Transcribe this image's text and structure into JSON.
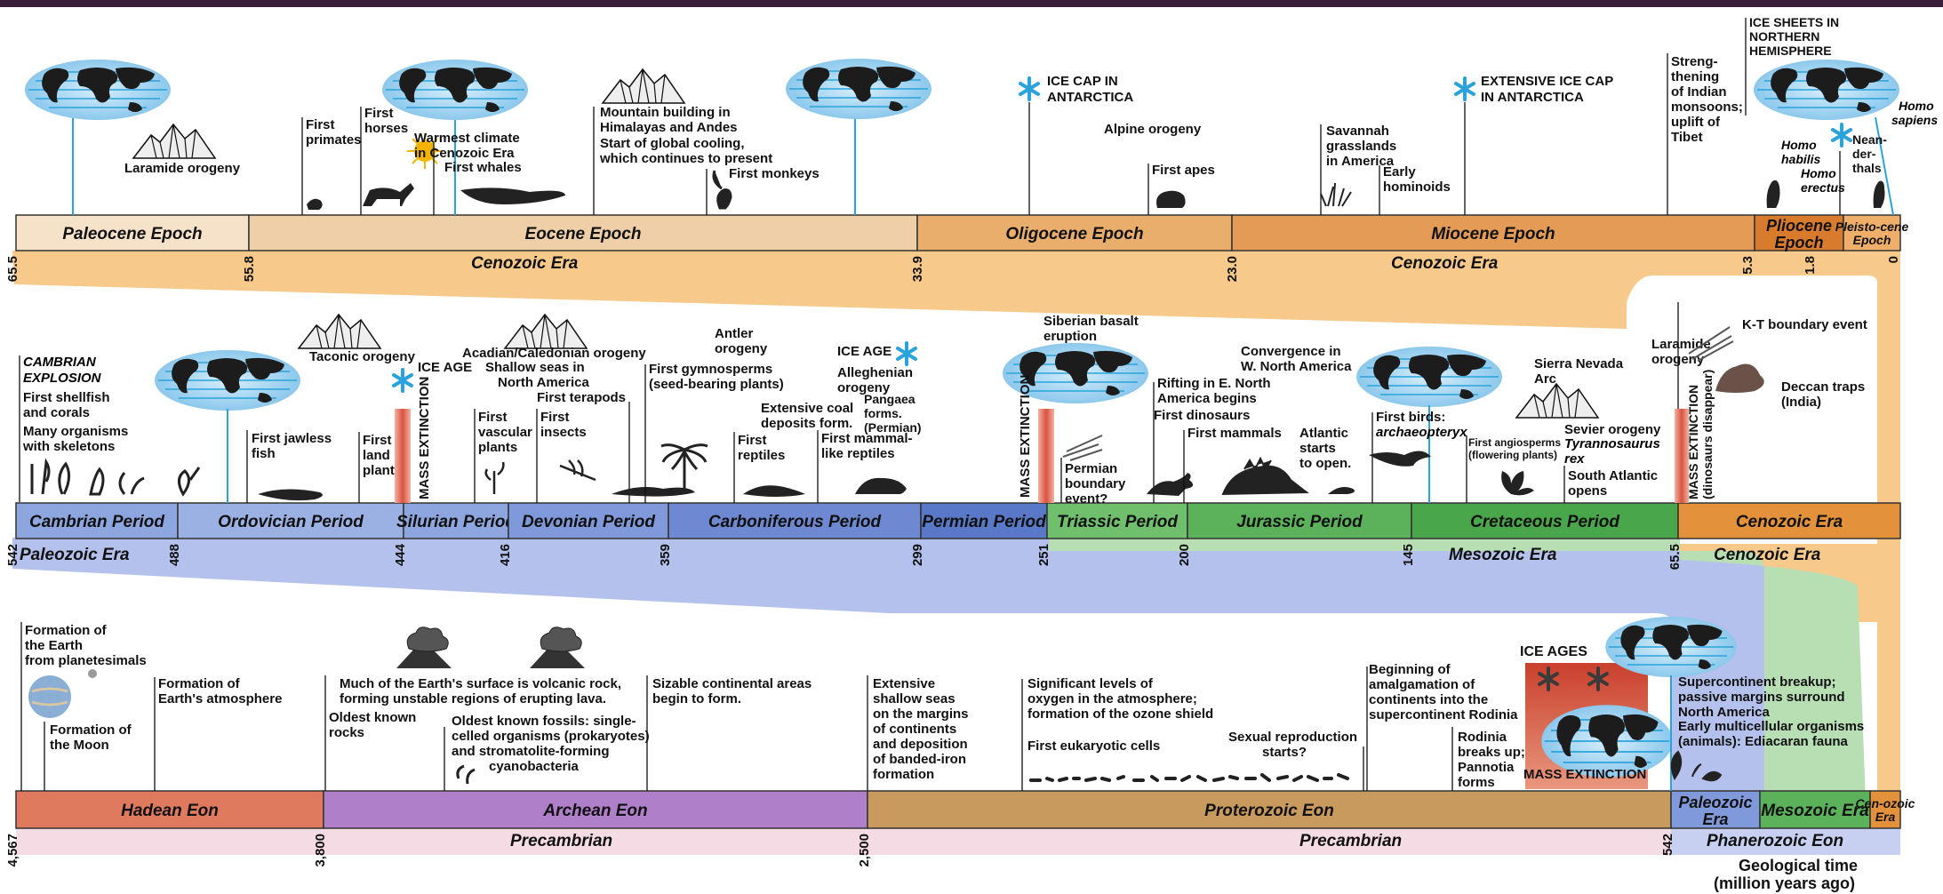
{
  "colors": {
    "cenozoic_band": "#f7c98a",
    "paleozoic_band": "#a9b7e6",
    "mesozoic_band": "#a9d9a8",
    "precambrian_band": "#f3d6de",
    "phanerozoic_band": "#bcc7ee",
    "globe_blue": "#9cd3f2",
    "ice_blue": "#2aa3dc",
    "extinction_red": "#d9533f"
  },
  "row1": {
    "epochs": [
      {
        "label": "Paleocene Epoch",
        "color": "#f6e2c8"
      },
      {
        "label": "Eocene Epoch",
        "color": "#efcfa8"
      },
      {
        "label": "Oligocene Epoch",
        "color": "#e9ae6c"
      },
      {
        "label": "Miocene Epoch",
        "color": "#e39b55"
      },
      {
        "label": "Pliocene Epoch",
        "color": "#d97b2c"
      },
      {
        "label": "Pleisto-cene Epoch",
        "color": "#efae6a"
      }
    ],
    "era_labels": [
      "Cenozoic Era",
      "Cenozoic Era"
    ],
    "ticks": [
      "65.5",
      "55.8",
      "33.9",
      "23.0",
      "5.3",
      "1.8",
      "0"
    ],
    "events": {
      "laramide": "Laramide orogeny",
      "first_primates": "First primates",
      "first_horses": "First horses",
      "warmest_climate": "Warmest climate in Cenozoic Era",
      "first_whales": "First whales",
      "mountain_building": "Mountain building in Himalayas and Andes",
      "global_cooling": "Start of global cooling, which continues to present",
      "first_monkeys": "First monkeys",
      "ice_cap_antarctica": "Ice Cap in Antarctica",
      "alpine_orogeny": "Alpine orogeny",
      "first_apes": "First apes",
      "savannah": "Savannah grasslands in America",
      "early_hominoids": "Early hominoids",
      "extensive_ice_cap": "Extensive Ice Cap in Antarctica",
      "strengthening": "Streng-thening of Indian monsoons; uplift of Tibet",
      "ice_sheets": "Ice Sheets in Northern Hemisphere",
      "homo_habilis": "Homo habilis",
      "homo_erectus": "Homo erectus",
      "neanderthals": "Nean-der-thals",
      "homo_sapiens": "Homo sapiens"
    }
  },
  "row2": {
    "periods": [
      {
        "label": "Cambrian Period",
        "color": "#8ea6e0"
      },
      {
        "label": "Ordovician Period",
        "color": "#9bb1e4"
      },
      {
        "label": "Silurian Period",
        "color": "#8ea6e0"
      },
      {
        "label": "Devonian Period",
        "color": "#7f99da"
      },
      {
        "label": "Carboniferous Period",
        "color": "#6e89d2"
      },
      {
        "label": "Permian Period",
        "color": "#5a78c8"
      },
      {
        "label": "Triassic Period",
        "color": "#6fbf6d"
      },
      {
        "label": "Jurassic Period",
        "color": "#5bb25a"
      },
      {
        "label": "Cretaceous Period",
        "color": "#4aa64a"
      },
      {
        "label": "Cenozoic Era",
        "color": "#e3913a"
      }
    ],
    "era_labels": [
      "Paleozoic Era",
      "Mesozoic Era",
      "Cenozoic Era"
    ],
    "ticks": [
      "542",
      "488",
      "444",
      "416",
      "359",
      "299",
      "251",
      "200",
      "145",
      "65.5"
    ],
    "events": {
      "cambrian_explosion": "CAMBRIAN EXPLOSION",
      "shellfish": "First shellfish and corals",
      "skeletons": "Many organisms with skeletons",
      "taconic": "Taconic orogeny",
      "ice_age_1": "Ice Age",
      "mass_extinction_1": "MASS EXTINCTION",
      "jawless_fish": "First jawless fish",
      "land_plants": "First land plants",
      "acadian": "Acadian/Caledonian orogeny",
      "shallow_seas": "Shallow seas in North America",
      "terapods": "First terapods",
      "vascular_plants": "First vascular plants",
      "insects": "First insects",
      "antler": "Antler orogeny",
      "gymnosperms": "First gymnosperms (seed-bearing plants)",
      "ice_age_2": "Ice Age",
      "alleghenian": "Alleghenian orogeny",
      "pangaea": "Pangaea forms. (Permian)",
      "coal": "Extensive coal deposits form.",
      "reptiles": "First reptiles",
      "mammal_like": "First mammal-like reptiles",
      "siberian": "Siberian basalt eruption",
      "mass_extinction_2": "MASS EXTINCTION",
      "permian_boundary": "Permian boundary event?",
      "rifting": "Rifting in E. North America begins",
      "first_dinosaurs": "First dinosaurs",
      "first_mammals": "First mammals",
      "convergence": "Convergence in W. North America",
      "atlantic_opens": "Atlantic starts to open.",
      "first_birds": "First birds:",
      "archaeopteryx": "archaeopteryx",
      "sierra_nevada": "Sierra Nevada Arc",
      "angiosperms": "First angiosperms (flowering plants)",
      "sevier": "Sevier orogeny",
      "trex": "Tyrannosaurus rex",
      "south_atlantic": "South Atlantic opens",
      "laramide": "Laramide orogeny",
      "kt": "K-T boundary event",
      "deccan": "Deccan traps (India)",
      "mass_extinction_3": "MASS EXTINCTION (dinosaurs disappear)"
    }
  },
  "row3": {
    "eons": [
      {
        "label": "Hadean Eon",
        "color": "#e07a5f"
      },
      {
        "label": "Archean Eon",
        "color": "#b07fc9"
      },
      {
        "label": "Proterozoic Eon",
        "color": "#c89a5e"
      },
      {
        "label": "Paleozoic Era",
        "color": "#7f99da"
      },
      {
        "label": "Mesozoic Era",
        "color": "#5bb25a"
      },
      {
        "label": "Cen-ozoic Era",
        "color": "#e3913a"
      }
    ],
    "bottom_labels": [
      "Precambrian",
      "Precambrian",
      "Phanerozoic Eon"
    ],
    "ticks": [
      "4,567",
      "3,800",
      "2,500",
      "542"
    ],
    "axis_caption": "Geological time (million years ago)",
    "events": {
      "formation_earth": "Formation of the Earth from planetesimals",
      "formation_moon": "Formation of the Moon",
      "atmosphere": "Formation of Earth's atmosphere",
      "volcanic": "Much of the Earth's surface is volcanic rock, forming unstable regions of erupting lava.",
      "oldest_rocks": "Oldest known rocks",
      "oldest_fossils": "Oldest known fossils: single-celled organisms (prokaryotes) and stromatolite-forming cyanobacteria",
      "continental": "Sizable continental areas begin to form.",
      "shallow_seas": "Extensive shallow seas on the margins of continents and deposition of banded-iron formation",
      "oxygen": "Significant levels of oxygen in the atmosphere; formation of the ozone shield",
      "eukaryotic": "First eukaryotic cells",
      "sexual": "Sexual reproduction starts?",
      "amalgamation": "Beginning of amalgamation of continents into the supercontinent Rodinia",
      "rodinia_breaks": "Rodinia breaks up; Pannotia forms",
      "ice_ages": "Ice Ages",
      "mass_extinction": "MASS EXTINCTION",
      "breakup": "Supercontinent breakup; passive margins surround North America",
      "multicellular": "Early multicellular organisms (animals): Ediacaran fauna"
    }
  }
}
